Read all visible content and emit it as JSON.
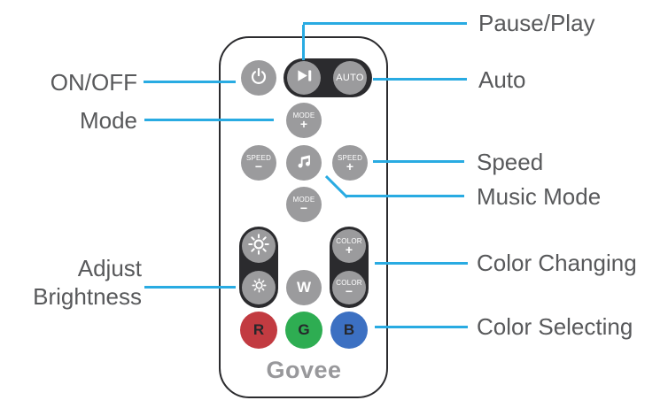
{
  "colors": {
    "accent": "#29abe2",
    "label-text": "#58595b",
    "button-gray": "#9b9b9d",
    "pill-dark": "#2b2b2e",
    "remote-border": "#2b2b2e",
    "btn-red": "#c23b41",
    "btn-green": "#2ead52",
    "btn-blue": "#3c70c2",
    "rgb-letter": "#26272b",
    "logo-gray": "#98989b"
  },
  "remote": {
    "brand": "Govee",
    "buttons": {
      "power": {
        "icon": "power-icon"
      },
      "play_pause": {
        "icon": "play-pause-icon"
      },
      "auto": {
        "label": "AUTO"
      },
      "mode_plus": {
        "label": "MODE",
        "sign": "+"
      },
      "speed_minus": {
        "label": "SPEED",
        "sign": "−"
      },
      "music": {
        "icon": "music-note-icon"
      },
      "speed_plus": {
        "label": "SPEED",
        "sign": "+"
      },
      "mode_minus": {
        "label": "MODE",
        "sign": "−"
      },
      "brightness_up": {
        "icon": "sun-bright-icon"
      },
      "color_plus": {
        "label": "COLOR",
        "sign": "+"
      },
      "brightness_down": {
        "icon": "sun-dim-icon"
      },
      "white": {
        "label": "W"
      },
      "color_minus": {
        "label": "COLOR",
        "sign": "−"
      },
      "red": {
        "label": "R"
      },
      "green": {
        "label": "G"
      },
      "blue": {
        "label": "B"
      }
    }
  },
  "callouts": {
    "pause_play": "Pause/Play",
    "on_off": "ON/OFF",
    "auto": "Auto",
    "mode": "Mode",
    "speed": "Speed",
    "music_mode": "Music Mode",
    "adjust_brightness_line1": "Adjust",
    "adjust_brightness_line2": "Brightness",
    "color_changing": "Color Changing",
    "color_selecting": "Color Selecting"
  }
}
